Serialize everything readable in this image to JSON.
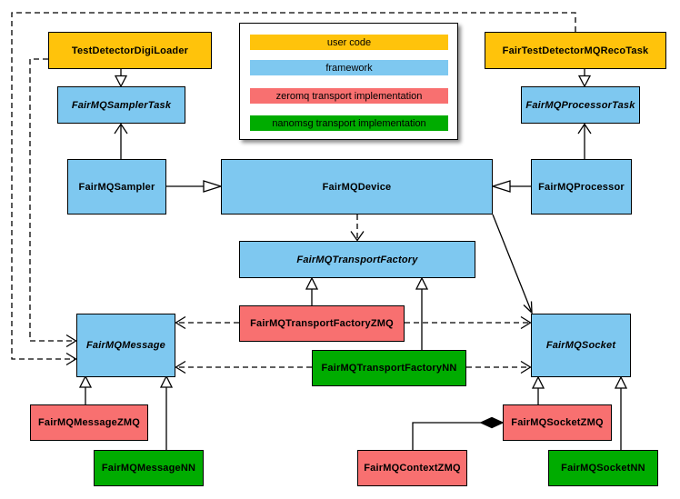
{
  "colors": {
    "user_code": "#FFC30B",
    "framework": "#7EC8F0",
    "zeromq": "#F87070",
    "nanomsg": "#00AC00",
    "border": "#000000",
    "background": "#FFFFFF"
  },
  "legend": {
    "items": [
      {
        "label": "user code",
        "category": "user_code"
      },
      {
        "label": "framework",
        "category": "framework"
      },
      {
        "label": "zeromq transport implementation",
        "category": "zeromq"
      },
      {
        "label": "nanomsg transport implementation",
        "category": "nanomsg"
      }
    ]
  },
  "nodes": [
    {
      "label": "TestDetectorDigiLoader",
      "category": "user_code",
      "abstract": false
    },
    {
      "label": "FairTestDetectorMQRecoTask",
      "category": "user_code",
      "abstract": false
    },
    {
      "label": "FairMQSamplerTask",
      "category": "framework",
      "abstract": true
    },
    {
      "label": "FairMQProcessorTask",
      "category": "framework",
      "abstract": true
    },
    {
      "label": "FairMQSampler",
      "category": "framework",
      "abstract": false
    },
    {
      "label": "FairMQDevice",
      "category": "framework",
      "abstract": false
    },
    {
      "label": "FairMQProcessor",
      "category": "framework",
      "abstract": false
    },
    {
      "label": "FairMQTransportFactory",
      "category": "framework",
      "abstract": true
    },
    {
      "label": "FairMQTransportFactoryZMQ",
      "category": "zeromq",
      "abstract": false
    },
    {
      "label": "FairMQTransportFactoryNN",
      "category": "nanomsg",
      "abstract": false
    },
    {
      "label": "FairMQMessage",
      "category": "framework",
      "abstract": true
    },
    {
      "label": "FairMQSocket",
      "category": "framework",
      "abstract": true
    },
    {
      "label": "FairMQMessageZMQ",
      "category": "zeromq",
      "abstract": false
    },
    {
      "label": "FairMQMessageNN",
      "category": "nanomsg",
      "abstract": false
    },
    {
      "label": "FairMQSocketZMQ",
      "category": "zeromq",
      "abstract": false
    },
    {
      "label": "FairMQContextZMQ",
      "category": "zeromq",
      "abstract": false
    },
    {
      "label": "FairMQSocketNN",
      "category": "nanomsg",
      "abstract": false
    }
  ],
  "edges": [
    {
      "from": "TestDetectorDigiLoader",
      "to": "FairMQSamplerTask",
      "type": "generalization"
    },
    {
      "from": "FairTestDetectorMQRecoTask",
      "to": "FairMQProcessorTask",
      "type": "generalization"
    },
    {
      "from": "FairMQSampler",
      "to": "FairMQDevice",
      "type": "generalization"
    },
    {
      "from": "FairMQProcessor",
      "to": "FairMQDevice",
      "type": "generalization"
    },
    {
      "from": "FairMQSampler",
      "to": "FairMQSamplerTask",
      "type": "association"
    },
    {
      "from": "FairMQProcessor",
      "to": "FairMQProcessorTask",
      "type": "association"
    },
    {
      "from": "FairMQDevice",
      "to": "FairMQTransportFactory",
      "type": "dependency"
    },
    {
      "from": "FairMQDevice",
      "to": "FairMQSocket",
      "type": "association"
    },
    {
      "from": "FairMQTransportFactoryZMQ",
      "to": "FairMQTransportFactory",
      "type": "generalization"
    },
    {
      "from": "FairMQTransportFactoryNN",
      "to": "FairMQTransportFactory",
      "type": "generalization"
    },
    {
      "from": "FairMQTransportFactoryZMQ",
      "to": "FairMQMessage",
      "type": "dependency"
    },
    {
      "from": "FairMQTransportFactoryZMQ",
      "to": "FairMQSocket",
      "type": "dependency"
    },
    {
      "from": "FairMQTransportFactoryNN",
      "to": "FairMQMessage",
      "type": "dependency"
    },
    {
      "from": "FairMQTransportFactoryNN",
      "to": "FairMQSocket",
      "type": "dependency"
    },
    {
      "from": "TestDetectorDigiLoader",
      "to": "FairMQMessage",
      "type": "dependency"
    },
    {
      "from": "FairTestDetectorMQRecoTask",
      "to": "FairMQMessage",
      "type": "dependency"
    },
    {
      "from": "FairMQMessageZMQ",
      "to": "FairMQMessage",
      "type": "generalization"
    },
    {
      "from": "FairMQMessageNN",
      "to": "FairMQMessage",
      "type": "generalization"
    },
    {
      "from": "FairMQSocketZMQ",
      "to": "FairMQSocket",
      "type": "generalization"
    },
    {
      "from": "FairMQSocketNN",
      "to": "FairMQSocket",
      "type": "generalization"
    },
    {
      "from": "FairMQSocketZMQ",
      "to": "FairMQContextZMQ",
      "type": "composition"
    }
  ]
}
